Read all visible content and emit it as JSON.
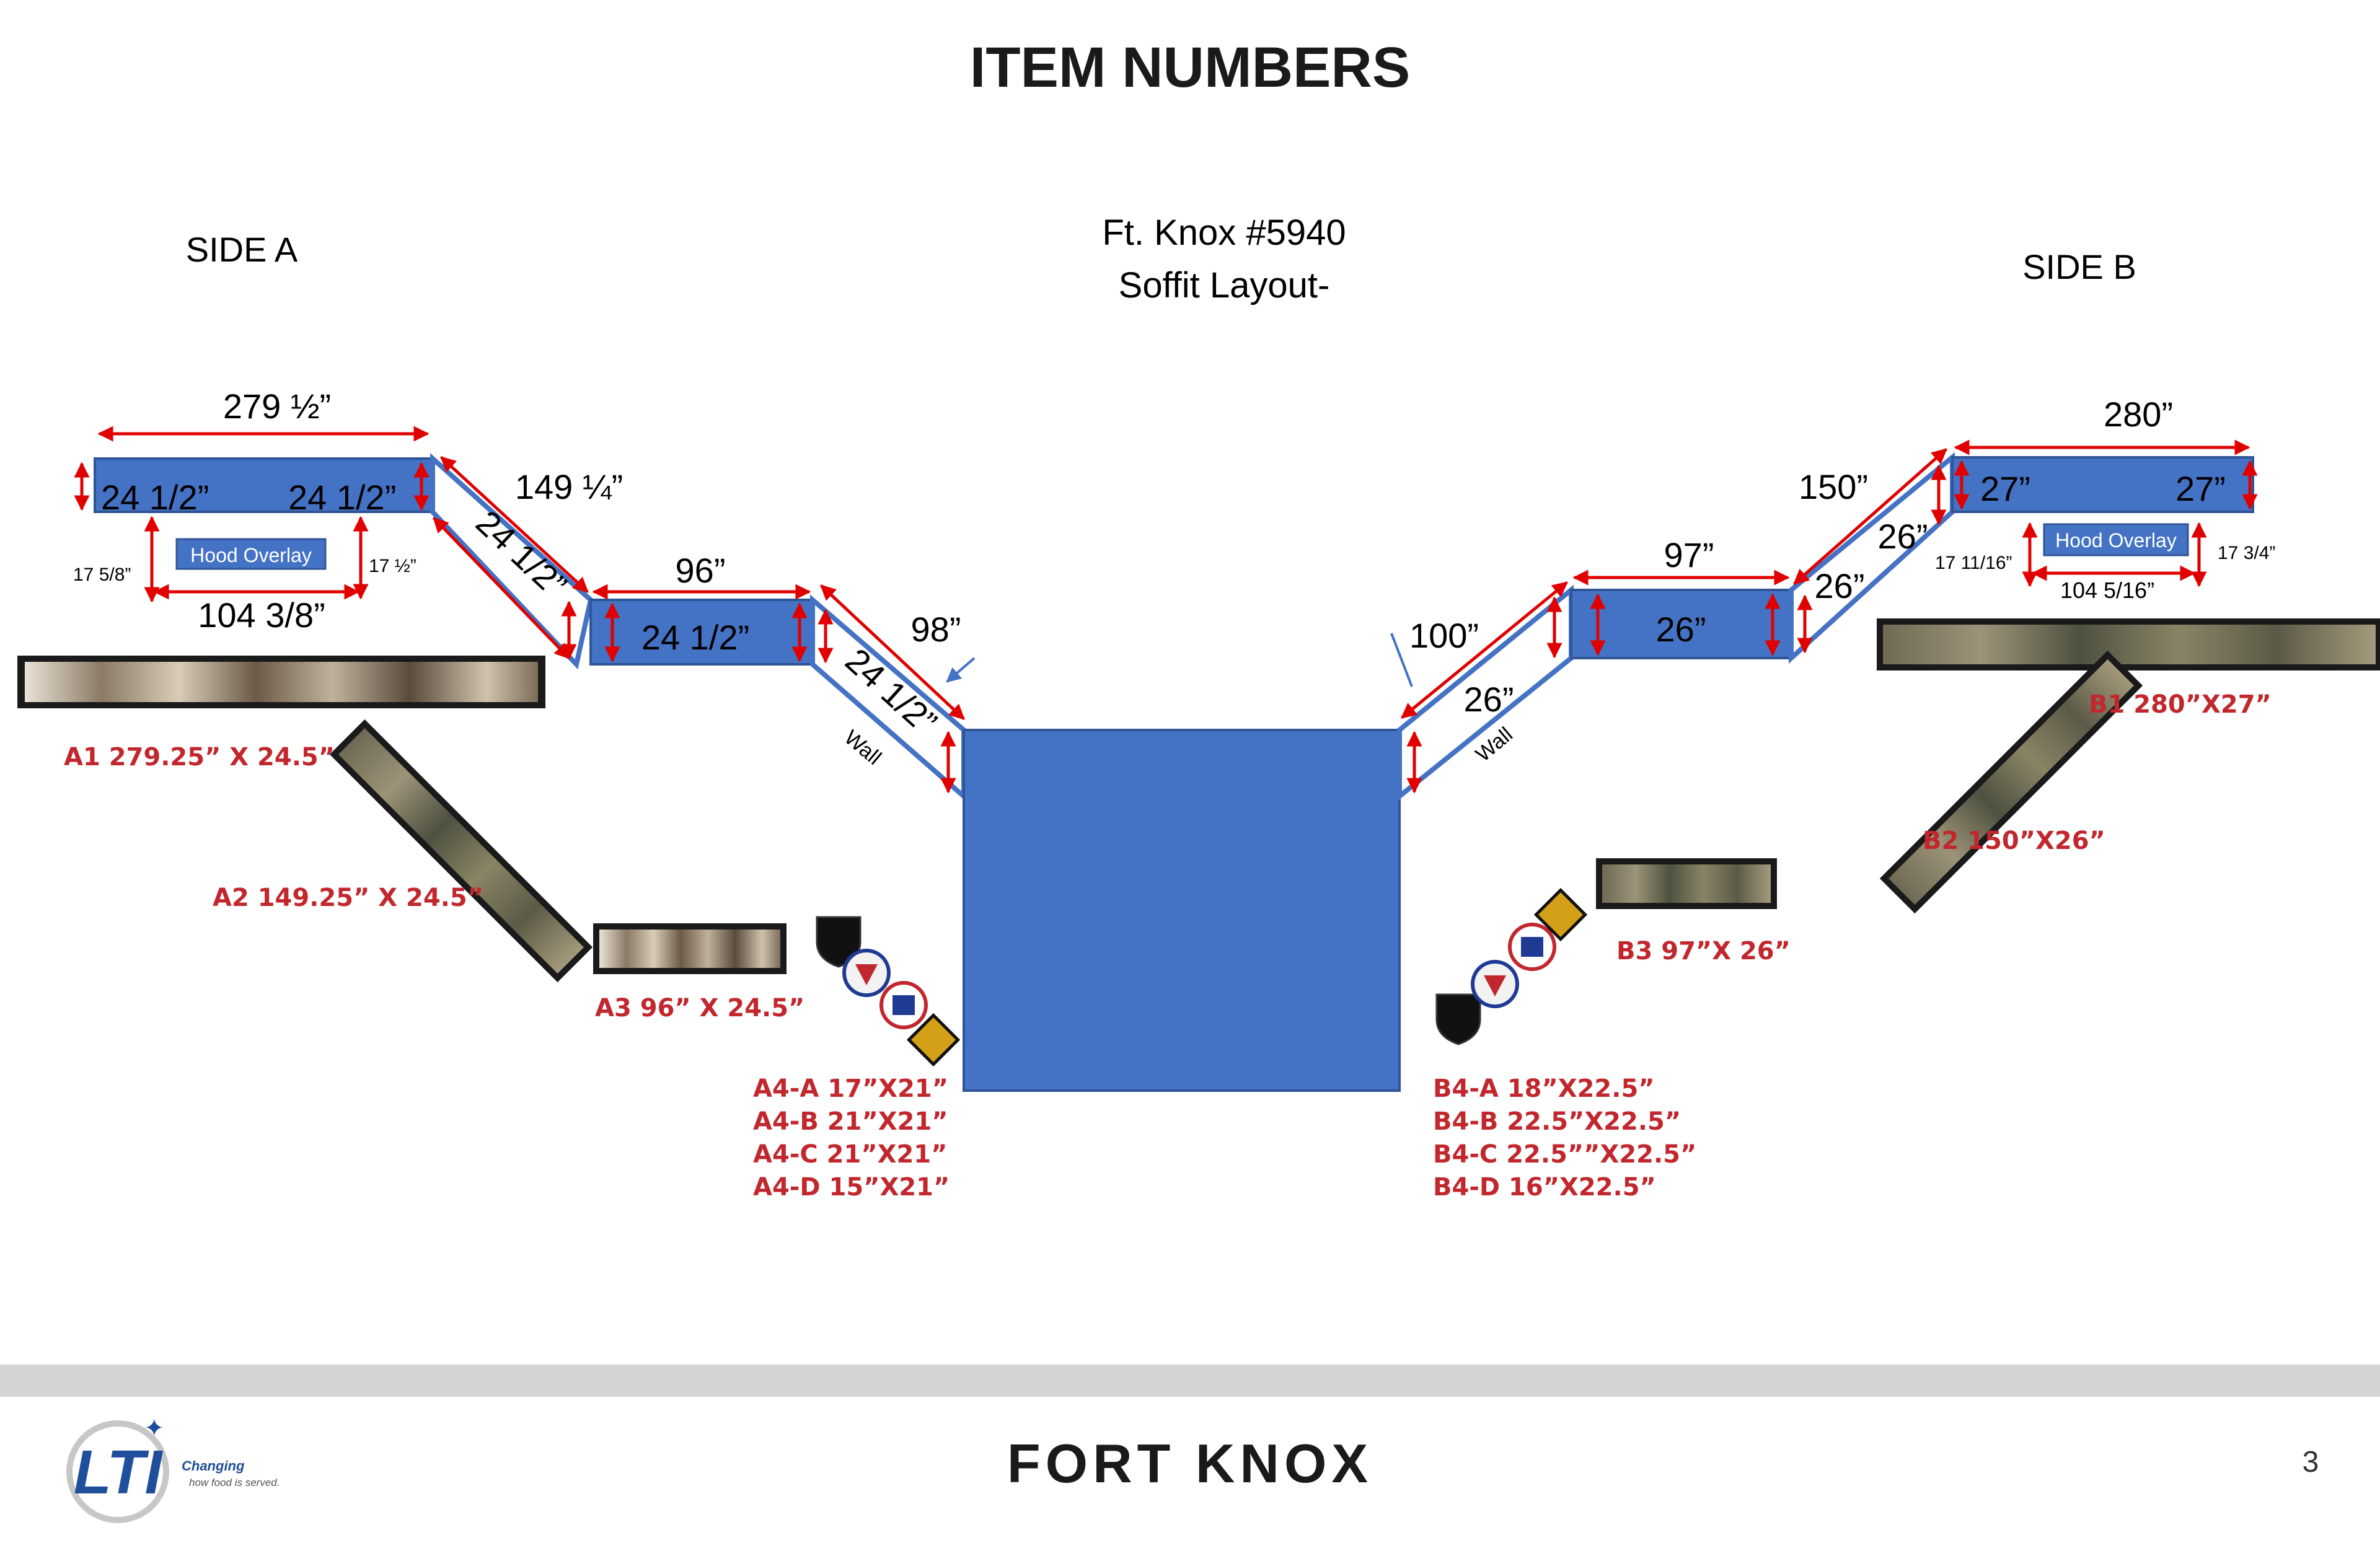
{
  "header": {
    "title": "ITEM  NUMBERS"
  },
  "layout_title": {
    "line1": "Ft. Knox #5940",
    "line2": "Soffit Layout-"
  },
  "side_labels": {
    "a": "SIDE A",
    "b": "SIDE B"
  },
  "side_a": {
    "top_length": "279 ½”",
    "panel_height_left": "24 1/2”",
    "panel_height_right": "24 1/2”",
    "hood_overlay": "Hood Overlay",
    "hood_left_height": "17 5/8”",
    "hood_right_height": "17 ½”",
    "hood_width": "104 3/8”",
    "diag1_length": "149 ¼”",
    "diag1_height": "24 1/2”",
    "mid_length": "96”",
    "mid_height": "24 1/2”",
    "diag2_length": "98”",
    "diag2_height": "24 1/2”",
    "wall": "Wall"
  },
  "side_b": {
    "top_length": "280”",
    "panel_height_left": "27”",
    "panel_height_right": "27”",
    "hood_overlay": "Hood Overlay",
    "hood_left_height": "17 11/16”",
    "hood_right_height": "17 3/4”",
    "hood_width": "104 5/16”",
    "diag1_length": "150”",
    "diag1_height_upper": "26”",
    "diag1_height_lower": "26”",
    "mid_length": "97”",
    "mid_height": "26”",
    "diag2_length": "100”",
    "diag2_height": "26”",
    "wall": "Wall"
  },
  "items_a": {
    "a1": "A1 279.25” X 24.5”",
    "a2": "A2 149.25” X 24.5”",
    "a3": "A3 96” X 24.5”",
    "a4": [
      "A4-A 17”X21”",
      "A4-B 21”X21”",
      "A4-C 21”X21”",
      "A4-D 15”X21”"
    ]
  },
  "items_b": {
    "b1": "B1 280”X27”",
    "b2": "B2 150”X26”",
    "b3": "B3 97”X 26”",
    "b4": [
      "B4-A 18”X22.5”",
      "B4-B 22.5”X22.5”",
      "B4-C 22.5””X22.5”",
      "B4-D 16”X22.5”"
    ]
  },
  "footer": {
    "logo_text": "LTI",
    "tagline_1": "Changing",
    "tagline_2": "how food is served.",
    "title": "FORT KNOX",
    "page_number": "3"
  },
  "colors": {
    "panel_blue": "#4472c4",
    "panel_stroke": "#2f5597",
    "dimension_red": "#e00000",
    "item_label_red": "#c1272d",
    "footer_bar": "#d4d4d4"
  }
}
